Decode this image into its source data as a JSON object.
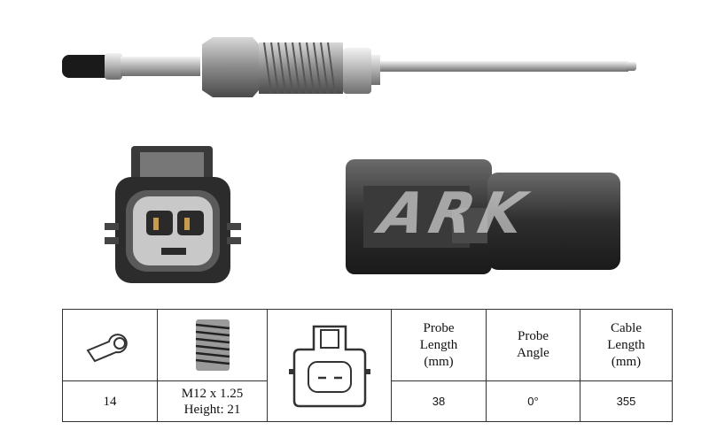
{
  "photos": {
    "watermark": "ARK"
  },
  "spec_table": {
    "icons": [
      "wrench-icon",
      "thread-icon",
      "connector-icon"
    ],
    "headers": {
      "probe_length": "Probe\nLength\n(mm)",
      "probe_angle": "Probe\nAngle",
      "cable_length": "Cable\nLength\n(mm)"
    },
    "values": {
      "wrench_size": "14",
      "thread": "M12 x 1.25\nHeight: 21",
      "probe_length": "38",
      "probe_angle": "0°",
      "cable_length": "355"
    }
  }
}
